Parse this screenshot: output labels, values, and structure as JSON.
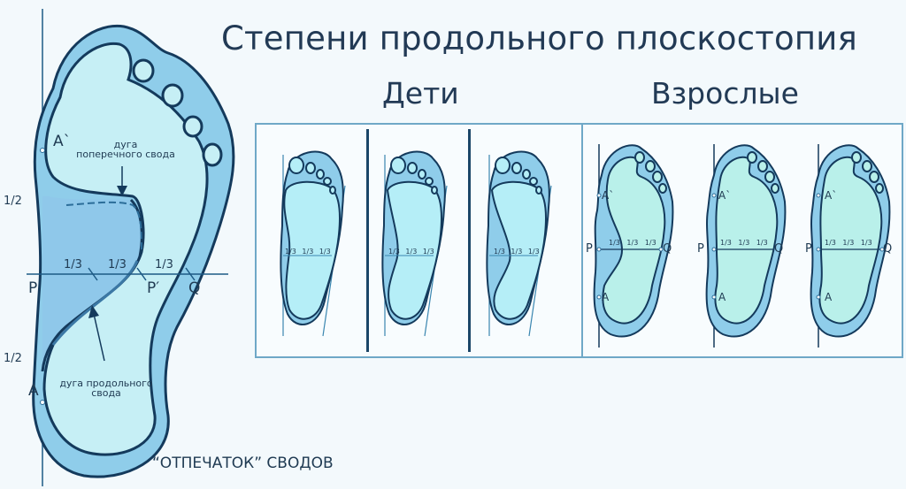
{
  "title": "Степени продольного плоскостопия",
  "groups": {
    "children": "Дети",
    "adults": "Взрослые"
  },
  "main_diagram": {
    "labels": {
      "a_prime": "A`",
      "a": "A",
      "p": "P",
      "p_prime": "P′",
      "q": "Q",
      "half_top": "1/2",
      "half_bottom": "1/2",
      "third_1": "1/3",
      "third_2": "1/3",
      "third_3": "1/3"
    },
    "annotations": {
      "transverse_arch_line1": "дуга",
      "transverse_arch_line2": "поперечного свода",
      "longitudinal_arch_line1": "дуга продольного",
      "longitudinal_arch_line2": "свода"
    },
    "caption": "“ОТПЕЧАТОК” СВОДОВ"
  },
  "children_feet": [
    {
      "thirds": [
        "1/3",
        "1/3",
        "1/3"
      ]
    },
    {
      "thirds": [
        "1/3",
        "1/3",
        "1/3"
      ]
    },
    {
      "thirds": [
        "1/3",
        "1/3",
        "1/3"
      ]
    }
  ],
  "adult_feet": [
    {
      "p": "P",
      "q": "Q",
      "a_prime": "A`",
      "a": "A",
      "thirds": [
        "1/3",
        "1/3",
        "1/3"
      ]
    },
    {
      "p": "P",
      "q": "Q",
      "a_prime": "A`",
      "a": "A",
      "thirds": [
        "1/3",
        "1/3",
        "1/3"
      ]
    },
    {
      "p": "P",
      "q": "Q",
      "a_prime": "A`",
      "a": "A",
      "thirds": [
        "1/3",
        "1/3",
        "1/3"
      ]
    }
  ],
  "colors": {
    "outline": "#143a5c",
    "outer_fill": "#8fcdea",
    "inner_fill_child": "#b5eef7",
    "inner_fill_adult": "#b9f0ea",
    "arch_fill": "#8fc3e6",
    "guide_line": "#3a86b0",
    "text": "#223a55"
  }
}
